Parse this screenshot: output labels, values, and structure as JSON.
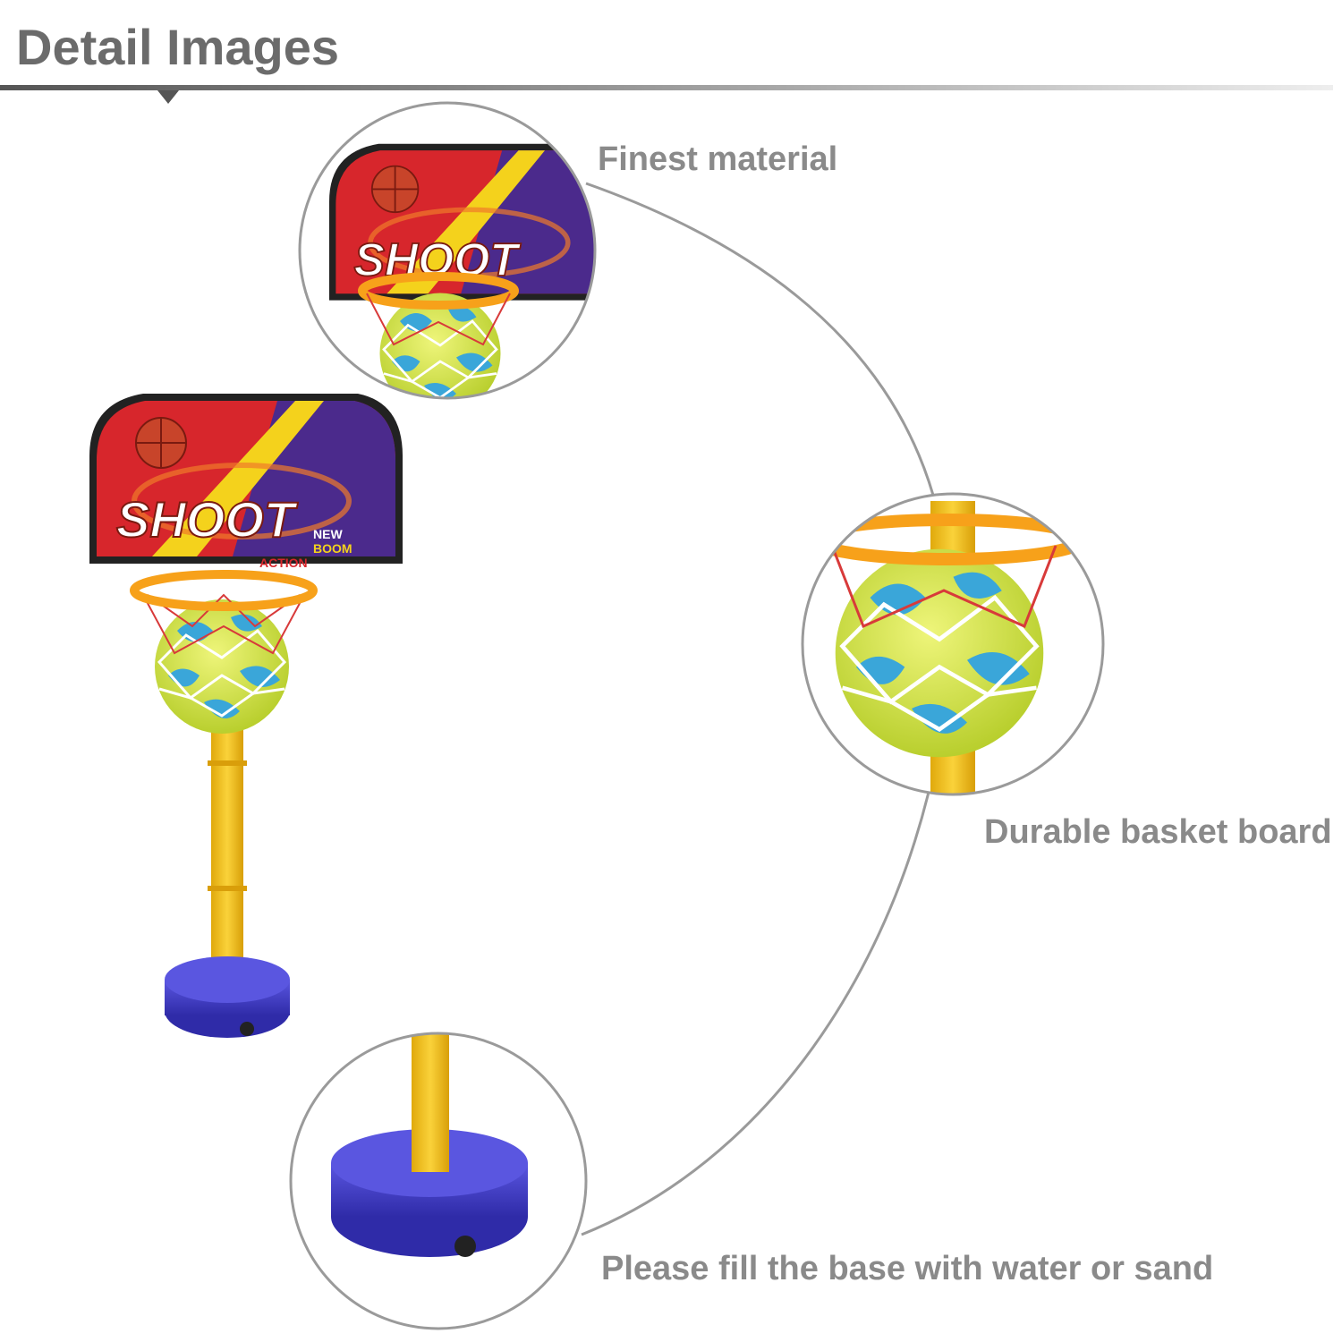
{
  "header": {
    "title": "Detail Images"
  },
  "callouts": {
    "material": "Finest material",
    "board": "Durable basket board",
    "base": "Please fill the base with water or sand"
  },
  "backboard": {
    "main_text": "SHOOT",
    "sub_line1": "NEW",
    "sub_line2": "BOOM",
    "sub_line3": "ACTION"
  },
  "colors": {
    "accent_gray": "#8a8a8a",
    "backboard_red": "#d7262c",
    "backboard_purple": "#4b2a8c",
    "backboard_yellow": "#f4d21c",
    "rim_orange": "#f7a11a",
    "pole_yellow": "#f2c417",
    "base_blue": "#3f3bc4",
    "ball_green": "#d6e84a",
    "ball_blue": "#3aa6d9",
    "net_red": "#d83a3a"
  }
}
